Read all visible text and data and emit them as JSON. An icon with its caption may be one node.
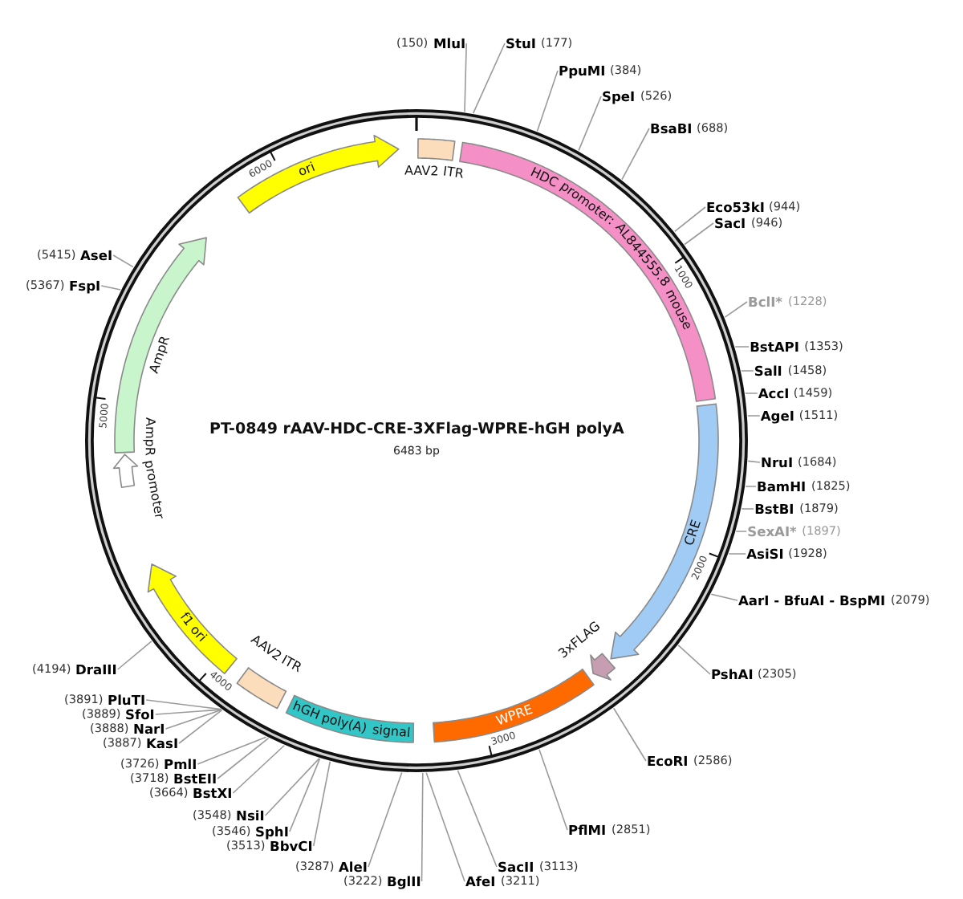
{
  "diagram": {
    "title": "PT-0849 rAAV-HDC-CRE-3XFlag-WPRE-hGH polyA",
    "nodes": [
      {
        "text": [
          "AAV2 ITR"
        ]
      },
      {
        "text": [
          "HDC promoter: AL844555.8 mouse"
        ]
      },
      {
        "text": [
          "CRE"
        ]
      },
      {
        "text": [
          "3xFLAG"
        ]
      },
      {
        "text": [
          "WPRE"
        ]
      },
      {
        "text": [
          "hGH poly(A) signal"
        ]
      },
      {
        "text": [
          "AAV2 ITR"
        ]
      },
      {
        "text": [
          "f1 ori"
        ]
      },
      {
        "text": [
          "AmpR promoter"
        ]
      },
      {
        "text": [
          "AmpR"
        ]
      },
      {
        "text": [
          "ori"
        ]
      },
      {
        "text": [
          "MluI"
        ],
        "beside": [
          "(150)"
        ]
      },
      {
        "text": [
          "StuI"
        ],
        "beside": [
          "(177)"
        ]
      },
      {
        "text": [
          "PpuMI"
        ],
        "beside": [
          "(384)"
        ]
      },
      {
        "text": [
          "SpeI"
        ],
        "beside": [
          "(526)"
        ]
      },
      {
        "text": [
          "BsaBI"
        ],
        "beside": [
          "(688)"
        ]
      },
      {
        "text": [
          "Eco53kI"
        ],
        "beside": [
          "(944)"
        ]
      },
      {
        "text": [
          "SacI"
        ],
        "beside": [
          "(946)"
        ]
      },
      {
        "text": [
          "BclI*"
        ],
        "beside": [
          "(1228)"
        ]
      },
      {
        "text": [
          "BstAPI"
        ],
        "beside": [
          "(1353)"
        ]
      },
      {
        "text": [
          "SalI"
        ],
        "beside": [
          "(1458)"
        ]
      },
      {
        "text": [
          "AccI"
        ],
        "beside": [
          "(1459)"
        ]
      },
      {
        "text": [
          "AgeI"
        ],
        "beside": [
          "(1511)"
        ]
      },
      {
        "text": [
          "NruI"
        ],
        "beside": [
          "(1684)"
        ]
      },
      {
        "text": [
          "BamHI"
        ],
        "beside": [
          "(1825)"
        ]
      },
      {
        "text": [
          "BstBI"
        ],
        "beside": [
          "(1879)"
        ]
      },
      {
        "text": [
          "SexAI*"
        ],
        "beside": [
          "(1897)"
        ]
      },
      {
        "text": [
          "AsiSI"
        ],
        "beside": [
          "(1928)"
        ]
      },
      {
        "text": [
          "AarI - BfuAI - BspMI"
        ],
        "beside": [
          "(2079)"
        ]
      },
      {
        "text": [
          "PshAI"
        ],
        "beside": [
          "(2305)"
        ]
      },
      {
        "text": [
          "EcoRI"
        ],
        "beside": [
          "(2586)"
        ]
      },
      {
        "text": [
          "PflMI"
        ],
        "beside": [
          "(2851)"
        ]
      },
      {
        "text": [
          "SacII"
        ],
        "beside": [
          "(3113)"
        ]
      },
      {
        "text": [
          "AfeI"
        ],
        "beside": [
          "(3211)"
        ]
      },
      {
        "text": [
          "BglII"
        ],
        "beside": [
          "(3222)"
        ]
      },
      {
        "text": [
          "AleI"
        ],
        "beside": [
          "(3287)"
        ]
      },
      {
        "text": [
          "BbvCI"
        ],
        "beside": [
          "(3513)"
        ]
      },
      {
        "text": [
          "SphI"
        ],
        "beside": [
          "(3546)"
        ]
      },
      {
        "text": [
          "NsiI"
        ],
        "beside": [
          "(3548)"
        ]
      },
      {
        "text": [
          "BstXI"
        ],
        "beside": [
          "(3664)"
        ]
      },
      {
        "text": [
          "BstEII"
        ],
        "beside": [
          "(3718)"
        ]
      },
      {
        "text": [
          "PmlI"
        ],
        "beside": [
          "(3726)"
        ]
      },
      {
        "text": [
          "KasI"
        ],
        "beside": [
          "(3887)"
        ]
      },
      {
        "text": [
          "NarI"
        ],
        "beside": [
          "(3888)"
        ]
      },
      {
        "text": [
          "SfoI"
        ],
        "beside": [
          "(3889)"
        ]
      },
      {
        "text": [
          "PluTI"
        ],
        "beside": [
          "(3891)"
        ]
      },
      {
        "text": [
          "DraIII"
        ],
        "beside": [
          "(4194)"
        ]
      },
      {
        "text": [
          "FspI"
        ],
        "beside": [
          "(5367)"
        ]
      },
      {
        "text": [
          "AseI"
        ],
        "beside": [
          "(5415)"
        ]
      }
    ],
    "edges": [
      {
        "from": 11,
        "to": null,
        "arrow": "none"
      },
      {
        "from": 12,
        "to": null,
        "arrow": "none"
      },
      {
        "from": 13,
        "to": null,
        "arrow": "none"
      },
      {
        "from": 14,
        "to": null,
        "arrow": "none"
      },
      {
        "from": 15,
        "to": null,
        "arrow": "none"
      },
      {
        "from": 16,
        "to": null,
        "arrow": "none"
      },
      {
        "from": 17,
        "to": null,
        "arrow": "none"
      },
      {
        "from": 18,
        "to": null,
        "arrow": "none"
      },
      {
        "from": 19,
        "to": null,
        "arrow": "none"
      },
      {
        "from": 20,
        "to": null,
        "arrow": "none"
      },
      {
        "from": 21,
        "to": null,
        "arrow": "none"
      },
      {
        "from": 22,
        "to": null,
        "arrow": "none"
      },
      {
        "from": 23,
        "to": null,
        "arrow": "none"
      },
      {
        "from": 24,
        "to": null,
        "arrow": "none"
      },
      {
        "from": 25,
        "to": null,
        "arrow": "none"
      },
      {
        "from": 26,
        "to": null,
        "arrow": "none"
      },
      {
        "from": 27,
        "to": null,
        "arrow": "none"
      },
      {
        "from": 28,
        "to": null,
        "arrow": "none"
      },
      {
        "from": 29,
        "to": null,
        "arrow": "none"
      },
      {
        "from": 30,
        "to": null,
        "arrow": "none"
      },
      {
        "from": 31,
        "to": null,
        "arrow": "none"
      },
      {
        "from": 32,
        "to": null,
        "arrow": "none"
      },
      {
        "from": 33,
        "to": null,
        "arrow": "none"
      },
      {
        "from": 34,
        "to": null,
        "arrow": "none"
      },
      {
        "from": 35,
        "to": null,
        "arrow": "none"
      },
      {
        "from": 36,
        "to": null,
        "arrow": "none"
      },
      {
        "from": 37,
        "to": null,
        "arrow": "none"
      },
      {
        "from": 38,
        "to": null,
        "arrow": "none"
      },
      {
        "from": 39,
        "to": null,
        "arrow": "none"
      },
      {
        "from": 40,
        "to": null,
        "arrow": "none"
      },
      {
        "from": 41,
        "to": null,
        "arrow": "none"
      },
      {
        "from": 42,
        "to": null,
        "arrow": "none"
      },
      {
        "from": 43,
        "to": null,
        "arrow": "none"
      },
      {
        "from": 44,
        "to": null,
        "arrow": "none"
      },
      {
        "from": 45,
        "to": null,
        "arrow": "none"
      },
      {
        "from": 46,
        "to": null,
        "arrow": "none"
      },
      {
        "from": 47,
        "to": null,
        "arrow": "none"
      },
      {
        "from": 48,
        "to": null,
        "arrow": "none"
      }
    ],
    "labels": [
      "6483 bp",
      "1000",
      "2000",
      "3000",
      "4000",
      "5000",
      "6000"
    ]
  }
}
